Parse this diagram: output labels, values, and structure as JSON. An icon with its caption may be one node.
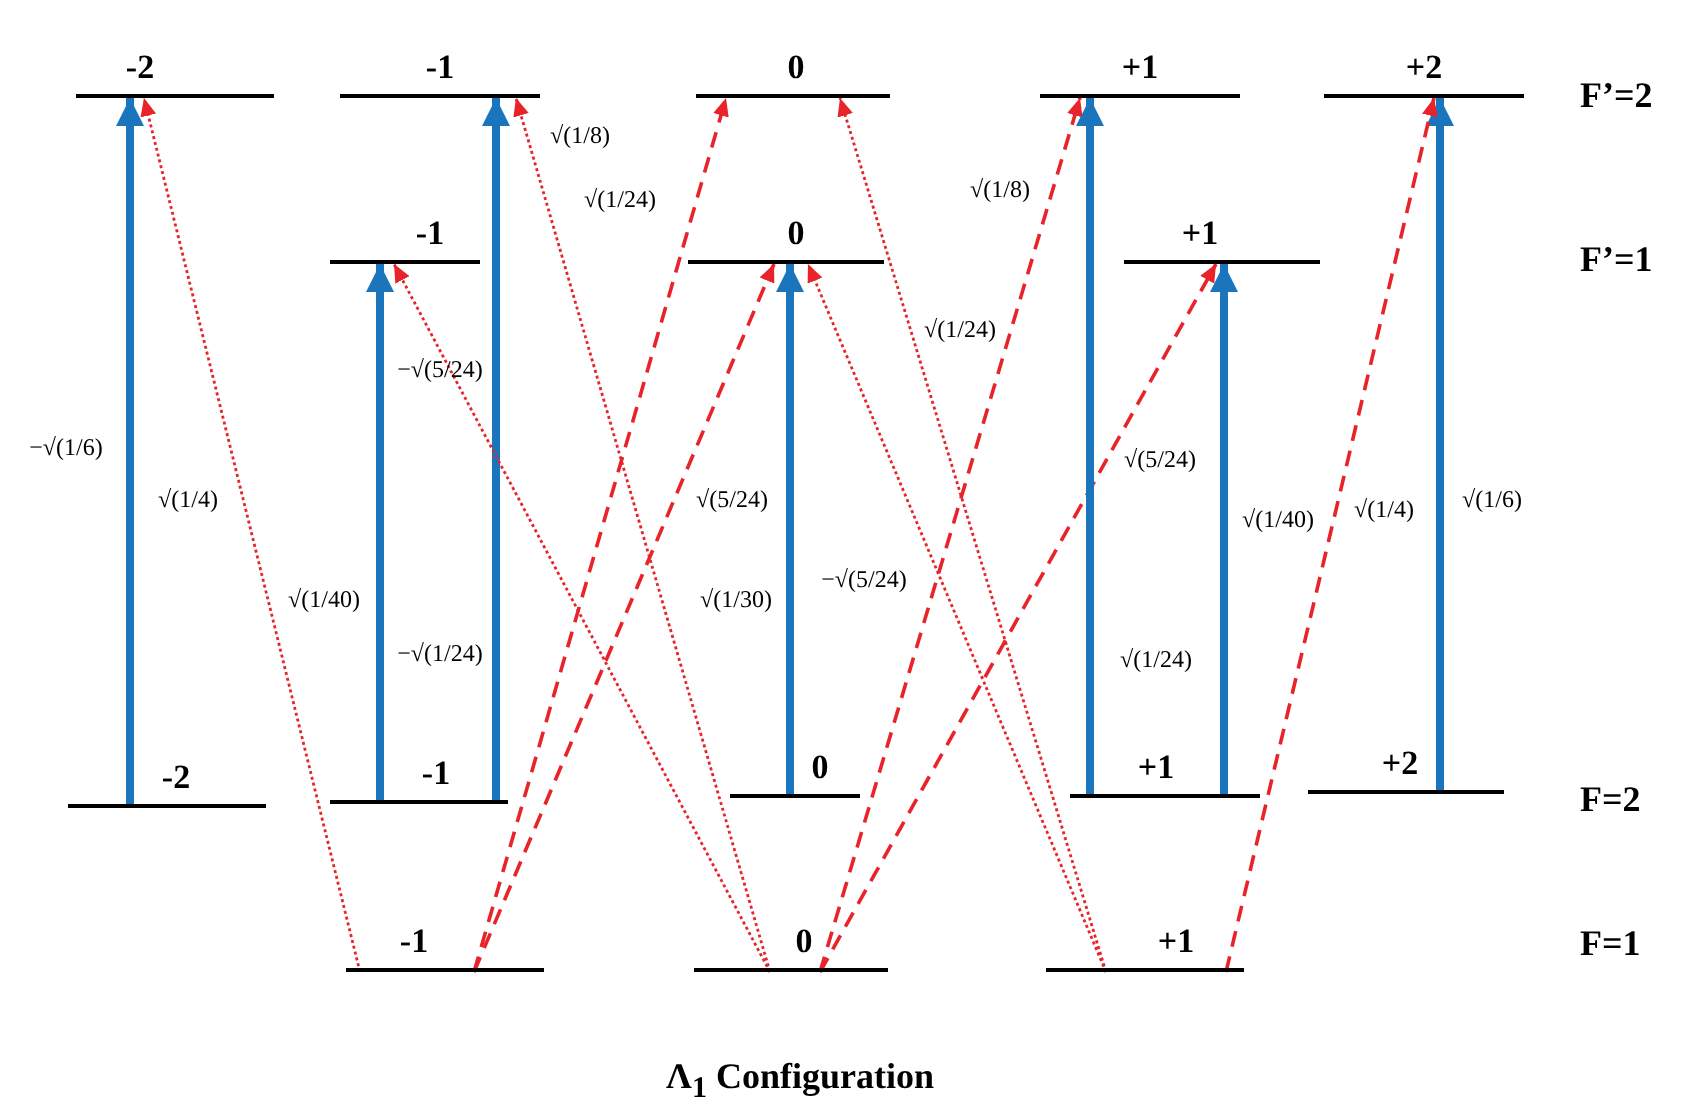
{
  "diagram": {
    "caption": "Λ$_{1}$ Configuration",
    "nodes": [
      {
        "text": [
          "-2"
        ]
      },
      {
        "text": [
          "-1"
        ]
      },
      {
        "text": [
          "0"
        ]
      },
      {
        "text": [
          "+1"
        ]
      },
      {
        "text": [
          "+2"
        ]
      },
      {
        "text": [
          "-1"
        ]
      },
      {
        "text": [
          "0"
        ]
      },
      {
        "text": [
          "+1"
        ]
      },
      {
        "text": [
          "-2"
        ]
      },
      {
        "text": [
          "-1"
        ]
      },
      {
        "text": [
          "0"
        ]
      },
      {
        "text": [
          "+1"
        ]
      },
      {
        "text": [
          "+2"
        ]
      },
      {
        "text": [
          "-1"
        ]
      },
      {
        "text": [
          "0"
        ]
      },
      {
        "text": [
          "+1"
        ]
      }
    ],
    "edges": [
      {
        "from": 8,
        "to": 0,
        "arrow": "to",
        "label": "−√(1/6)",
        "style": "thick",
        "color": "#1b75bc"
      },
      {
        "from": 13,
        "to": 0,
        "arrow": "to",
        "label": "√(1/4)",
        "style": "dashed",
        "color": "#e8232a"
      },
      {
        "from": 9,
        "to": 5,
        "arrow": "to",
        "label": "√(1/40)",
        "style": "thick",
        "color": "#1b75bc"
      },
      {
        "from": 9,
        "to": 1,
        "arrow": "to",
        "label": "−√(1/24)",
        "style": "thick",
        "color": "#1b75bc"
      },
      {
        "from": 14,
        "to": 5,
        "arrow": "to",
        "label": "−√(5/24)",
        "style": "dashed",
        "color": "#e8232a"
      },
      {
        "from": 14,
        "to": 1,
        "arrow": "to",
        "label": "√(1/8)",
        "style": "dashed",
        "color": "#e8232a"
      },
      {
        "from": 13,
        "to": 2,
        "arrow": "to",
        "label": "√(1/24)",
        "style": "dashed",
        "color": "#e8232a"
      },
      {
        "from": 13,
        "to": 6,
        "arrow": "to",
        "label": "√(5/24)",
        "style": "dashed",
        "color": "#e8232a"
      },
      {
        "from": 10,
        "to": 6,
        "arrow": "to",
        "label": "√(1/30)",
        "style": "thick",
        "color": "#1b75bc"
      },
      {
        "from": 15,
        "to": 6,
        "arrow": "to",
        "label": "−√(5/24)",
        "style": "dashed",
        "color": "#e8232a"
      },
      {
        "from": 15,
        "to": 2,
        "arrow": "to",
        "label": "√(1/24)",
        "style": "dashed",
        "color": "#e8232a"
      },
      {
        "from": 14,
        "to": 3,
        "arrow": "to",
        "label": "√(1/8)",
        "style": "dashed",
        "color": "#e8232a"
      },
      {
        "from": 14,
        "to": 7,
        "arrow": "to",
        "label": "√(5/24)",
        "style": "dashed",
        "color": "#e8232a"
      },
      {
        "from": 11,
        "to": 3,
        "arrow": "to",
        "label": "√(1/24)",
        "style": "thick",
        "color": "#1b75bc"
      },
      {
        "from": 11,
        "to": 7,
        "arrow": "to",
        "label": "√(1/40)",
        "style": "thick",
        "color": "#1b75bc"
      },
      {
        "from": 12,
        "to": 4,
        "arrow": "to",
        "label": "√(1/6)",
        "style": "thick",
        "color": "#1b75bc"
      },
      {
        "from": 15,
        "to": 4,
        "arrow": "to",
        "label": "√(1/4)",
        "style": "dashed",
        "color": "#e8232a"
      }
    ],
    "labels": [
      "F’=2",
      "F’=1",
      "F=2",
      "F=1"
    ]
  }
}
